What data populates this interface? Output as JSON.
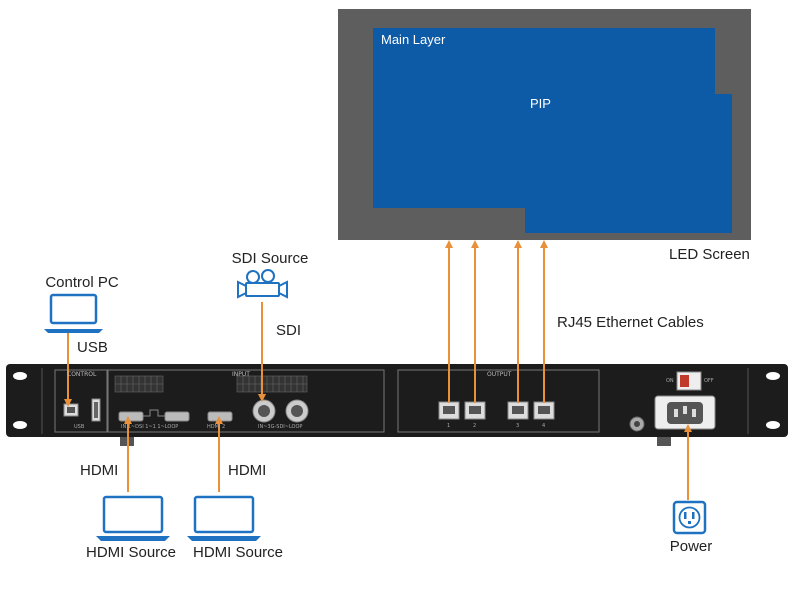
{
  "labels": {
    "main_layer": "Main Layer",
    "pip": "PIP",
    "led_screen": "LED Screen",
    "sdi_source": "SDI Source",
    "sdi": "SDI",
    "rj45": "RJ45 Ethernet Cables",
    "control_pc": "Control PC",
    "usb": "USB",
    "hdmi_1": "HDMI",
    "hdmi_2": "HDMI",
    "hdmi_source_1": "HDMI Source",
    "hdmi_source_2": "HDMI Source",
    "power": "Power"
  },
  "panel": {
    "control": "CONTROL",
    "input": "INPUT",
    "output": "OUTPUT",
    "usb_port": "USB",
    "hdmi_in": "IN 1~DSI 1~1 1~LOOP",
    "hdmi_in2": "HDMI 2",
    "sdi_port": "IN~3G-SDI~LOOP",
    "port_numbers": [
      "1",
      "2",
      "3",
      "4"
    ],
    "on": "ON",
    "off": "OFF"
  },
  "colors": {
    "screen_frame": "#5e5e5e",
    "layer_blue": "#0d5aa7",
    "arrow": "#e8913a",
    "device_body": "#1c1c1c",
    "icon_blue": "#1f72c2"
  }
}
